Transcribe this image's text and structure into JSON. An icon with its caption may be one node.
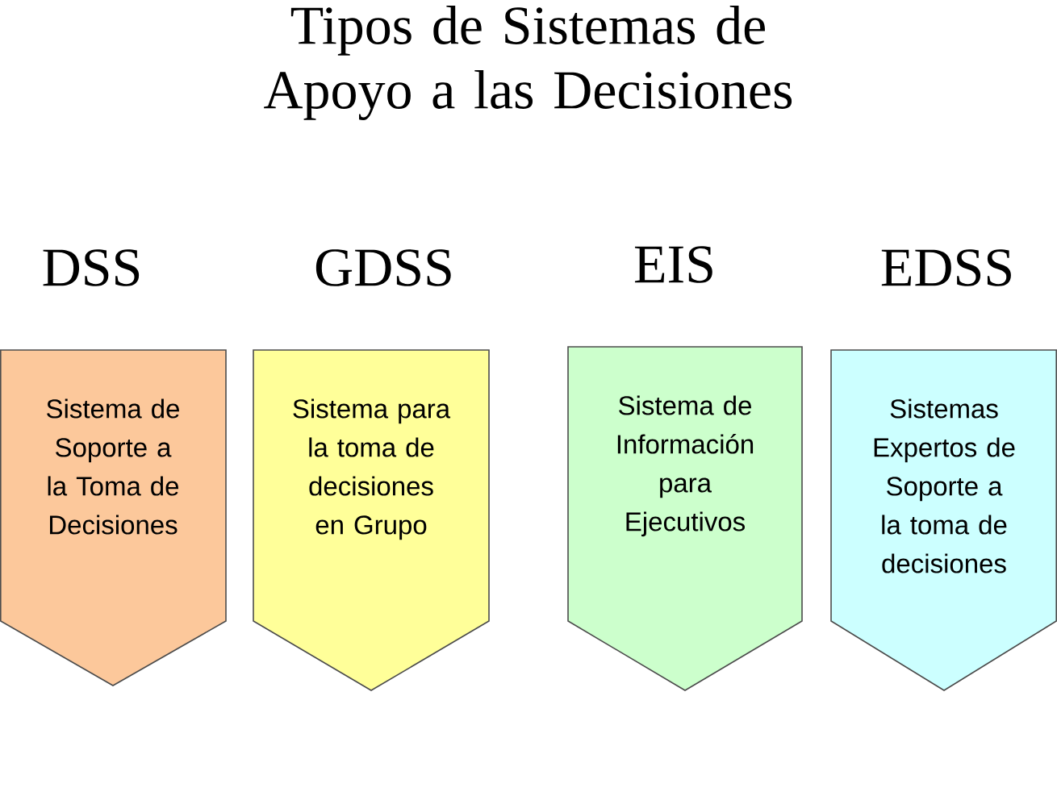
{
  "diagram": {
    "title": "Tipos de Sistemas de Apoyo a las Decisiones",
    "nodes": [
      {
        "text": [
          "DSS",
          "Sistema de Soporte a la Toma de Decisiones"
        ]
      },
      {
        "text": [
          "GDSS",
          "Sistema para la toma de decisiones en Grupo"
        ]
      },
      {
        "text": [
          "EIS",
          "Sistema de Información para Ejecutivos"
        ]
      },
      {
        "text": [
          "EDSS",
          "Sistemas Expertos de Soporte a la toma de decisiones"
        ]
      }
    ]
  }
}
